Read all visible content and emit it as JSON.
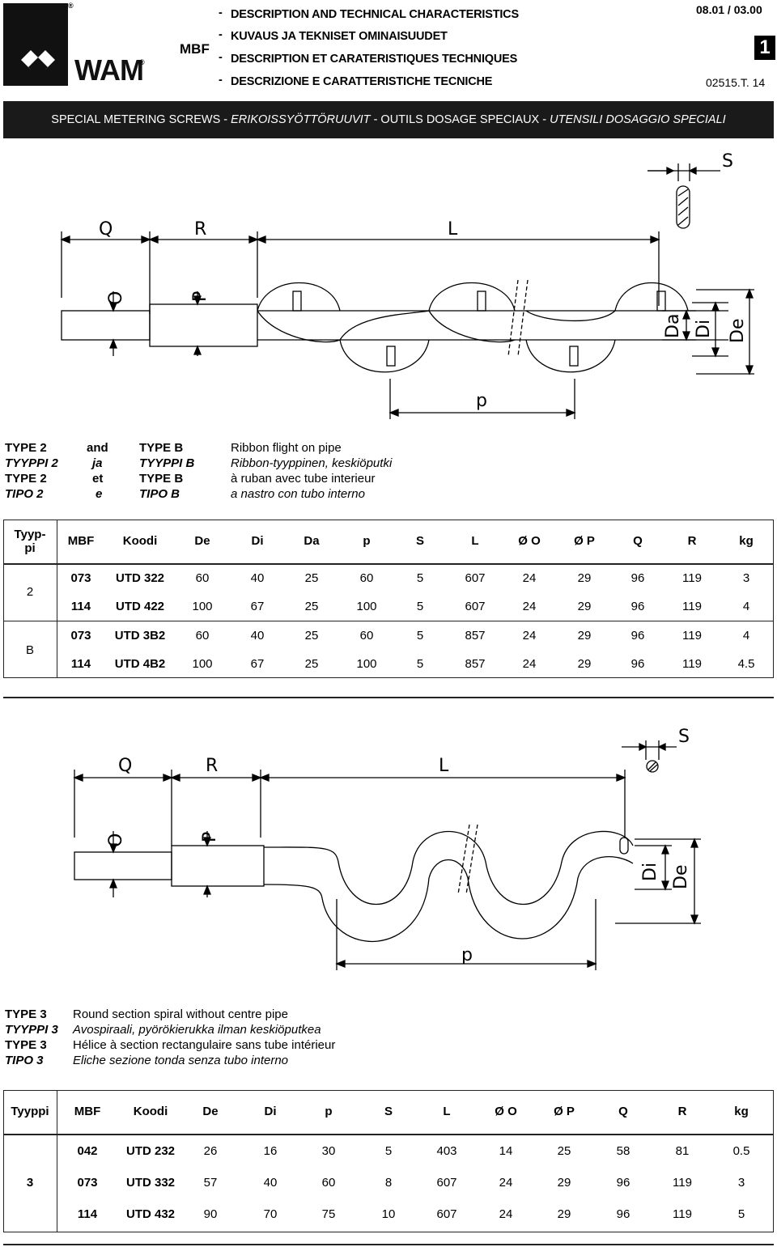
{
  "header": {
    "brand": "WAM",
    "registered": "®",
    "product": "MBF",
    "lines": [
      "DESCRIPTION AND TECHNICAL CHARACTERISTICS",
      "KUVAUS JA TEKNISET OMINAISUUDET",
      "DESCRIPTION ET CARATERISTIQUES TECHNIQUES",
      "DESCRIZIONE E CARATTERISTICHE TECNICHE"
    ],
    "dash": "-",
    "date": "08.01 / 03.00",
    "page": "1",
    "code": "02515.T. 14"
  },
  "banner": {
    "part1": "SPECIAL METERING SCREWS - ",
    "part2": "ERIKOISSYÖTTÖRUUVIT",
    "part3": " - OUTILS DOSAGE SPECIAUX - ",
    "part4": "UTENSILI DOSAGGIO SPECIALI"
  },
  "drawing1": {
    "labels": [
      "S",
      "Q",
      "R",
      "L",
      "O",
      "P",
      "Da",
      "Di",
      "De",
      "p"
    ]
  },
  "drawing2": {
    "labels": [
      "S",
      "Q",
      "R",
      "L",
      "O",
      "P",
      "Di",
      "De",
      "p"
    ]
  },
  "caption1": [
    {
      "t1": "TYPE 2",
      "c": "and",
      "t2": "TYPE B",
      "desc": "Ribbon flight on pipe",
      "italic": false
    },
    {
      "t1": "TYYPPI 2",
      "c": "ja",
      "t2": "TYYPPI B",
      "desc": "Ribbon-tyyppinen, keskiöputki",
      "italic": true
    },
    {
      "t1": "TYPE 2",
      "c": "et",
      "t2": "TYPE B",
      "desc": "à ruban avec tube interieur",
      "italic": false
    },
    {
      "t1": "TIPO 2",
      "c": "e",
      "t2": "TIPO B",
      "desc": "a nastro con tubo interno",
      "italic": true
    }
  ],
  "table1": {
    "headers": [
      "Tyyp-\npi",
      "MBF",
      "Koodi",
      "De",
      "Di",
      "Da",
      "p",
      "S",
      "L",
      "Ø O",
      "Ø P",
      "Q",
      "R",
      "kg"
    ],
    "groups": [
      {
        "type": "2",
        "rows": [
          [
            "073",
            "UTD 322",
            "60",
            "40",
            "25",
            "60",
            "5",
            "607",
            "24",
            "29",
            "96",
            "119",
            "3"
          ],
          [
            "114",
            "UTD 422",
            "100",
            "67",
            "25",
            "100",
            "5",
            "607",
            "24",
            "29",
            "96",
            "119",
            "4"
          ]
        ]
      },
      {
        "type": "B",
        "rows": [
          [
            "073",
            "UTD 3B2",
            "60",
            "40",
            "25",
            "60",
            "5",
            "857",
            "24",
            "29",
            "96",
            "119",
            "4"
          ],
          [
            "114",
            "UTD 4B2",
            "100",
            "67",
            "25",
            "100",
            "5",
            "857",
            "24",
            "29",
            "96",
            "119",
            "4.5"
          ]
        ]
      }
    ]
  },
  "caption2": [
    {
      "t": "TYPE 3",
      "desc": "Round section spiral without centre pipe",
      "italic": false
    },
    {
      "t": "TYYPPI 3",
      "desc": "Avospiraali, pyörökierukka ilman keskiöputkea",
      "italic": true
    },
    {
      "t": "TYPE 3",
      "desc": "Hélice à section rectangulaire sans tube intérieur",
      "italic": false
    },
    {
      "t": "TIPO 3",
      "desc": "Eliche sezione tonda senza tubo interno",
      "italic": true
    }
  ],
  "table2": {
    "headers": [
      "Tyyppi",
      "MBF",
      "Koodi",
      "De",
      "Di",
      "p",
      "S",
      "L",
      "Ø O",
      "Ø P",
      "Q",
      "R",
      "kg"
    ],
    "type": "3",
    "rows": [
      [
        "042",
        "UTD 232",
        "26",
        "16",
        "30",
        "5",
        "403",
        "14",
        "25",
        "58",
        "81",
        "0.5"
      ],
      [
        "073",
        "UTD 332",
        "57",
        "40",
        "60",
        "8",
        "607",
        "24",
        "29",
        "96",
        "119",
        "3"
      ],
      [
        "114",
        "UTD 432",
        "90",
        "70",
        "75",
        "10",
        "607",
        "24",
        "29",
        "96",
        "119",
        "5"
      ]
    ]
  }
}
